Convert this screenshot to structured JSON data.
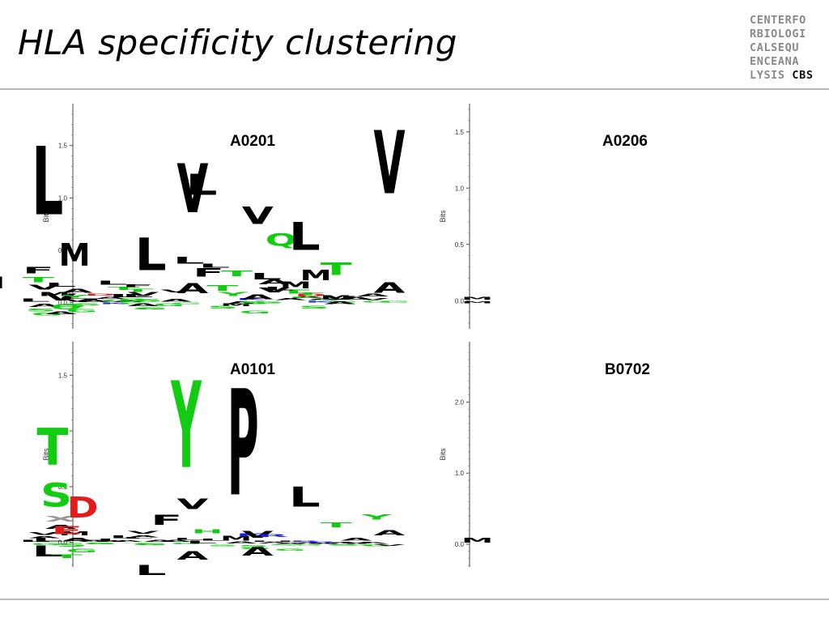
{
  "slide": {
    "title": "HLA specificity clustering",
    "logo_lines": [
      "CENTERFO",
      "RBIOLOGI",
      "CALSEQU",
      "ENCEANA",
      "LYSIS"
    ],
    "logo_brand": "CBS"
  },
  "colors": {
    "hydrophobic": "#000000",
    "polar": "#11cc11",
    "acidic": "#e31b1b",
    "basic": "#1a1aee",
    "other": "#999999",
    "rule": "#b9b9b9"
  },
  "chart_data": [
    {
      "type": "sequence-logo",
      "label": "A0201",
      "ylabel": "Bits",
      "ylim": [
        -0.25,
        1.9
      ],
      "yticks": [
        "0.0",
        "0.5",
        "1.0",
        "1.5"
      ],
      "positions": [
        {
          "stack": [
            [
              "L",
              0.05
            ],
            [
              "M",
              0.06
            ],
            [
              "V",
              0.07
            ],
            [
              "T",
              0.08
            ],
            [
              "F",
              0.1
            ]
          ],
          "neg": [
            [
              "A",
              0.05
            ],
            [
              "S",
              0.04
            ],
            [
              "G",
              0.04
            ]
          ]
        },
        {
          "stack": [
            [
              "V",
              0.1
            ],
            [
              "I",
              0.18
            ],
            [
              "M",
              0.35
            ],
            [
              "L",
              1.05
            ]
          ],
          "neg": [
            [
              "Q",
              0.08
            ],
            [
              "A",
              0.04
            ]
          ]
        },
        {
          "stack": [
            [
              "V",
              0.04
            ],
            [
              "Y",
              0.04
            ],
            [
              "A",
              0.06
            ],
            [
              "L",
              0.06
            ]
          ],
          "neg": [
            [
              "S",
              0.05
            ],
            [
              "G",
              0.05
            ]
          ]
        },
        {
          "stack": [
            [
              "A",
              0.03
            ],
            [
              "L",
              0.03
            ],
            [
              "D",
              0.03
            ]
          ],
          "neg": [
            [
              "S",
              0.03
            ]
          ]
        },
        {
          "stack": [
            [
              "G",
              0.03
            ],
            [
              "A",
              0.03
            ]
          ],
          "neg": [
            [
              "K",
              0.02
            ]
          ]
        },
        {
          "stack": [
            [
              "A",
              0.02
            ],
            [
              "L",
              0.02
            ]
          ],
          "neg": [
            [
              "G",
              0.02
            ]
          ]
        },
        {
          "stack": [
            [
              "S",
              0.05
            ],
            [
              "V",
              0.06
            ],
            [
              "T",
              0.05
            ],
            [
              "L",
              0.06
            ]
          ],
          "neg": [
            [
              "A",
              0.04
            ],
            [
              "G",
              0.03
            ]
          ]
        },
        {
          "stack": [
            [
              "S",
              0.04
            ],
            [
              "L",
              0.05
            ],
            [
              "T",
              0.05
            ],
            [
              "F",
              0.04
            ]
          ],
          "neg": [
            [
              "G",
              0.04
            ],
            [
              "S",
              0.03
            ]
          ]
        },
        {
          "stack": [
            [
              "A",
              0.04
            ],
            [
              "L",
              0.05
            ],
            [
              "V",
              0.04
            ]
          ],
          "neg": [
            [
              "G",
              0.02
            ]
          ]
        },
        {
          "stack": [
            [
              "I",
              0.06
            ],
            [
              "A",
              0.15
            ],
            [
              "L",
              0.5
            ],
            [
              "V",
              0.75
            ]
          ],
          "neg": [
            [
              "M",
              0.04
            ]
          ]
        }
      ]
    },
    {
      "type": "sequence-logo",
      "label": "A0206",
      "ylabel": "Bits",
      "ylim": [
        -0.25,
        1.75
      ],
      "yticks": [
        "0.0",
        "0.5",
        "1.0",
        "1.5"
      ],
      "positions": [
        {
          "stack": [
            [
              "K",
              0.03
            ],
            [
              "Y",
              0.06
            ],
            [
              "M",
              0.1
            ],
            [
              "F",
              0.12
            ],
            [
              "L",
              0.1
            ]
          ],
          "neg": [
            [
              "A",
              0.04
            ],
            [
              "S",
              0.04
            ],
            [
              "G",
              0.04
            ]
          ]
        },
        {
          "stack": [
            [
              "A",
              0.07
            ],
            [
              "T",
              0.08
            ],
            [
              "M",
              0.15
            ],
            [
              "I",
              0.15
            ],
            [
              "Q",
              0.18
            ],
            [
              "V",
              0.25
            ],
            [
              "L",
              0.3
            ]
          ],
          "neg": []
        },
        {
          "stack": [
            [
              "M",
              0.06
            ],
            [
              "V",
              0.07
            ],
            [
              "A",
              0.07
            ],
            [
              "T",
              0.08
            ],
            [
              "L",
              0.06
            ]
          ],
          "neg": [
            [
              "S",
              0.04
            ]
          ]
        },
        {
          "stack": [
            [
              "A",
              0.03
            ],
            [
              "D",
              0.04
            ]
          ],
          "neg": [
            [
              "S",
              0.03
            ]
          ]
        },
        {
          "stack": [
            [
              "G",
              0.02
            ],
            [
              "A",
              0.02
            ]
          ],
          "neg": [
            [
              "K",
              0.02
            ]
          ]
        },
        {
          "stack": [
            [
              "A",
              0.02
            ],
            [
              "C",
              0.02
            ]
          ],
          "neg": [
            [
              "G",
              0.02
            ]
          ]
        },
        {
          "stack": [
            [
              "V",
              0.05
            ],
            [
              "T",
              0.06
            ],
            [
              "I",
              0.06
            ],
            [
              "L",
              0.09
            ]
          ],
          "neg": [
            [
              "A",
              0.04
            ],
            [
              "S",
              0.04
            ]
          ]
        },
        {
          "stack": [
            [
              "A",
              0.04
            ],
            [
              "T",
              0.04
            ],
            [
              "L",
              0.05
            ]
          ],
          "neg": [
            [
              "G",
              0.02
            ]
          ]
        },
        {
          "stack": [
            [
              "V",
              0.03
            ],
            [
              "A",
              0.04
            ]
          ],
          "neg": [
            [
              "G",
              0.02
            ]
          ]
        },
        {
          "stack": [
            [
              "M",
              0.04
            ],
            [
              "A",
              0.15
            ],
            [
              "T",
              0.18
            ],
            [
              "L",
              0.4
            ],
            [
              "V",
              0.9
            ]
          ],
          "neg": [
            [
              "M",
              0.03
            ]
          ]
        }
      ]
    },
    {
      "type": "sequence-logo",
      "label": "A0101",
      "ylabel": "Bits",
      "ylim": [
        -0.22,
        1.8
      ],
      "yticks": [
        "0.0",
        "0.5",
        "1.0",
        "1.5"
      ],
      "positions": [
        {
          "stack": [
            [
              "L",
              0.03
            ],
            [
              "A",
              0.03
            ],
            [
              "V",
              0.04
            ]
          ],
          "neg": [
            [
              "G",
              0.03
            ]
          ]
        },
        {
          "stack": [
            [
              "L",
              0.05
            ],
            [
              "M",
              0.06
            ],
            [
              "A",
              0.06
            ],
            [
              "X",
              0.08
            ],
            [
              "S",
              0.34
            ],
            [
              "T",
              0.53
            ]
          ],
          "neg": [
            [
              "L",
              0.16
            ]
          ]
        },
        {
          "stack": [
            [
              "A",
              0.05
            ],
            [
              "E",
              0.11
            ],
            [
              "D",
              0.3
            ]
          ],
          "neg": [
            [
              "S",
              0.05
            ],
            [
              "G",
              0.05
            ],
            [
              "T",
              0.05
            ]
          ]
        },
        {
          "stack": [
            [
              "A",
              0.02
            ]
          ],
          "neg": [
            [
              "G",
              0.02
            ]
          ]
        },
        {
          "stack": [
            [
              "A",
              0.02
            ],
            [
              "L",
              0.02
            ]
          ],
          "neg": [
            [
              "S",
              0.02
            ]
          ]
        },
        {
          "stack": [
            [
              "A",
              0.02
            ]
          ],
          "neg": [
            [
              "G",
              0.01
            ]
          ]
        },
        {
          "stack": [
            [
              "L",
              0.04
            ],
            [
              "A",
              0.03
            ],
            [
              "V",
              0.04
            ]
          ],
          "neg": [
            [
              "G",
              0.03
            ]
          ]
        },
        {
          "stack": [
            [
              "A",
              0.03
            ],
            [
              "L",
              0.04
            ]
          ],
          "neg": [
            [
              "S",
              0.03
            ]
          ]
        },
        {
          "stack": [
            [
              "A",
              0.03
            ],
            [
              "L",
              0.02
            ]
          ],
          "neg": [
            [
              "G",
              0.02
            ]
          ]
        },
        {
          "stack": [
            [
              "M",
              0.07
            ],
            [
              "H",
              0.06
            ],
            [
              "F",
              0.14
            ],
            [
              "V",
              0.15
            ],
            [
              "Y",
              1.25
            ]
          ],
          "neg": [
            [
              "I",
              0.06
            ],
            [
              "A",
              0.12
            ],
            [
              "L",
              0.14
            ]
          ]
        }
      ]
    },
    {
      "type": "sequence-logo",
      "label": "B0702",
      "ylabel": "Bits",
      "ylim": [
        -0.32,
        2.85
      ],
      "yticks": [
        "0.0",
        "1.0",
        "2.0"
      ],
      "positions": [
        {
          "stack": [
            [
              "A",
              0.05
            ],
            [
              "L",
              0.05
            ],
            [
              "K",
              0.06
            ]
          ],
          "neg": [
            [
              "S",
              0.04
            ],
            [
              "G",
              0.04
            ]
          ]
        },
        {
          "stack": [
            [
              "L",
              0.06
            ],
            [
              "V",
              0.15
            ],
            [
              "P",
              2.4
            ]
          ],
          "neg": [
            [
              "A",
              0.2
            ]
          ]
        },
        {
          "stack": [
            [
              "A",
              0.04
            ],
            [
              "L",
              0.05
            ],
            [
              "R",
              0.06
            ]
          ],
          "neg": [
            [
              "S",
              0.05
            ],
            [
              "G",
              0.05
            ]
          ]
        },
        {
          "stack": [
            [
              "A",
              0.02
            ]
          ],
          "neg": [
            [
              "G",
              0.02
            ]
          ]
        },
        {
          "stack": [
            [
              "A",
              0.03
            ],
            [
              "R",
              0.02
            ]
          ],
          "neg": [
            [
              "S",
              0.02
            ]
          ]
        },
        {
          "stack": [
            [
              "A",
              0.02
            ],
            [
              "R",
              0.02
            ]
          ],
          "neg": [
            [
              "G",
              0.02
            ]
          ]
        },
        {
          "stack": [
            [
              "A",
              0.03
            ],
            [
              "L",
              0.02
            ]
          ],
          "neg": [
            [
              "G",
              0.02
            ]
          ]
        },
        {
          "stack": [
            [
              "V",
              0.04
            ],
            [
              "A",
              0.06
            ]
          ],
          "neg": [
            [
              "G",
              0.04
            ]
          ]
        },
        {
          "stack": [
            [
              "A",
              0.03
            ],
            [
              "L",
              0.02
            ]
          ],
          "neg": [
            [
              "S",
              0.02
            ]
          ]
        },
        {
          "stack": [
            [
              "M",
              0.1
            ],
            [
              "A",
              0.12
            ],
            [
              "T",
              0.1
            ],
            [
              "Y",
              0.12
            ],
            [
              "L",
              0.45
            ]
          ],
          "neg": [
            [
              "V",
              0.03
            ]
          ]
        }
      ]
    }
  ]
}
